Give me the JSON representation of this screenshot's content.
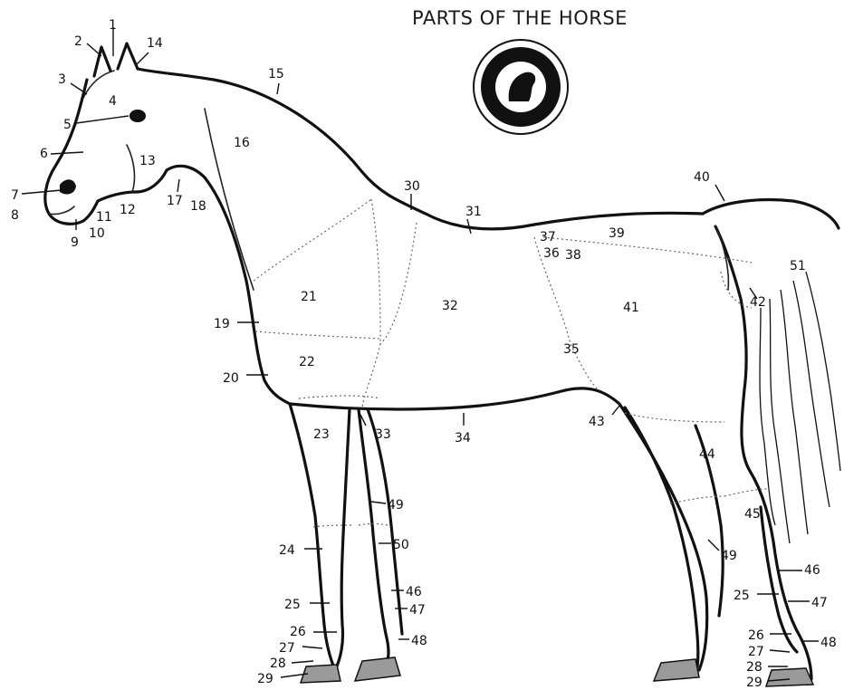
{
  "title": "PARTS OF THE HORSE",
  "logo": {
    "icon": "horse-head-seal-icon"
  },
  "labels": [
    {
      "id": "1",
      "t": "1"
    },
    {
      "id": "2",
      "t": "2"
    },
    {
      "id": "3",
      "t": "3"
    },
    {
      "id": "4",
      "t": "4"
    },
    {
      "id": "5",
      "t": "5"
    },
    {
      "id": "6",
      "t": "6"
    },
    {
      "id": "7",
      "t": "7"
    },
    {
      "id": "8",
      "t": "8"
    },
    {
      "id": "9",
      "t": "9"
    },
    {
      "id": "10",
      "t": "10"
    },
    {
      "id": "11",
      "t": "11"
    },
    {
      "id": "12",
      "t": "12"
    },
    {
      "id": "13",
      "t": "13"
    },
    {
      "id": "14",
      "t": "14"
    },
    {
      "id": "15",
      "t": "15"
    },
    {
      "id": "16",
      "t": "16"
    },
    {
      "id": "17",
      "t": "17"
    },
    {
      "id": "18",
      "t": "18"
    },
    {
      "id": "19",
      "t": "19"
    },
    {
      "id": "20",
      "t": "20"
    },
    {
      "id": "21",
      "t": "21"
    },
    {
      "id": "22",
      "t": "22"
    },
    {
      "id": "23",
      "t": "23"
    },
    {
      "id": "24",
      "t": "24"
    },
    {
      "id": "25a",
      "t": "25"
    },
    {
      "id": "26a",
      "t": "26"
    },
    {
      "id": "27a",
      "t": "27"
    },
    {
      "id": "28a",
      "t": "28"
    },
    {
      "id": "29a",
      "t": "29"
    },
    {
      "id": "30",
      "t": "30"
    },
    {
      "id": "31",
      "t": "31"
    },
    {
      "id": "32",
      "t": "32"
    },
    {
      "id": "33",
      "t": "33"
    },
    {
      "id": "34",
      "t": "34"
    },
    {
      "id": "35",
      "t": "35"
    },
    {
      "id": "36",
      "t": "36"
    },
    {
      "id": "37",
      "t": "37"
    },
    {
      "id": "38",
      "t": "38"
    },
    {
      "id": "39",
      "t": "39"
    },
    {
      "id": "40",
      "t": "40"
    },
    {
      "id": "41",
      "t": "41"
    },
    {
      "id": "42",
      "t": "42"
    },
    {
      "id": "43",
      "t": "43"
    },
    {
      "id": "44",
      "t": "44"
    },
    {
      "id": "45",
      "t": "45"
    },
    {
      "id": "46a",
      "t": "46"
    },
    {
      "id": "47a",
      "t": "47"
    },
    {
      "id": "48a",
      "t": "48"
    },
    {
      "id": "49a",
      "t": "49"
    },
    {
      "id": "50",
      "t": "50"
    },
    {
      "id": "51",
      "t": "51"
    },
    {
      "id": "25b",
      "t": "25"
    },
    {
      "id": "26b",
      "t": "26"
    },
    {
      "id": "27b",
      "t": "27"
    },
    {
      "id": "28b",
      "t": "28"
    },
    {
      "id": "29b",
      "t": "29"
    },
    {
      "id": "46b",
      "t": "46"
    },
    {
      "id": "47b",
      "t": "47"
    },
    {
      "id": "48b",
      "t": "48"
    },
    {
      "id": "49b",
      "t": "49"
    }
  ]
}
